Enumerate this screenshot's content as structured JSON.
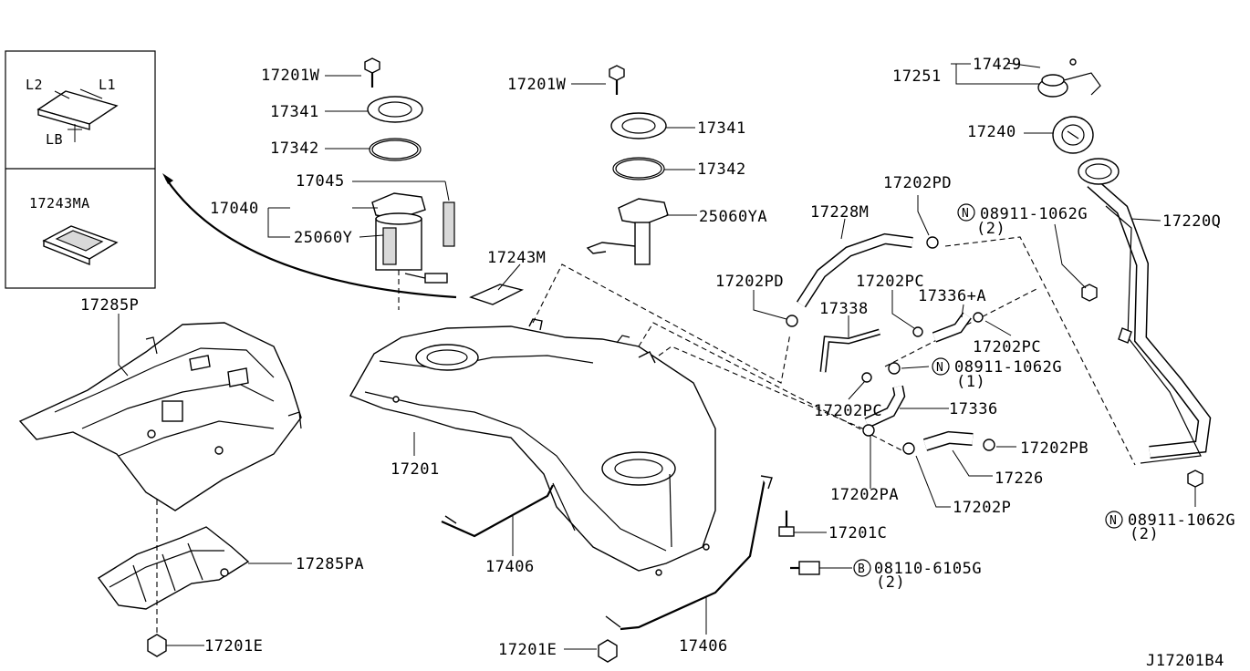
{
  "diagram_id": "J17201B4",
  "inset": {
    "dimension_labels": [
      "L2",
      "L1",
      "LB"
    ],
    "part_label": "17243MA"
  },
  "parts": {
    "p17201W_a": "17201W",
    "p17341_a": "17341",
    "p17342_a": "17342",
    "p17045": "17045",
    "p17040": "17040",
    "p25060Y": "25060Y",
    "p17243M": "17243M",
    "p17285P": "17285P",
    "p17201": "17201",
    "p17285PA": "17285PA",
    "p17201E_a": "17201E",
    "p17406_a": "17406",
    "p17201W_b": "17201W",
    "p17341_b": "17341",
    "p17342_b": "17342",
    "p25060YA": "25060YA",
    "p17201C": "17201C",
    "p08110": "08110-6105G",
    "p08110_qty": "(2)",
    "p17201E_b": "17201E",
    "p17406_b": "17406",
    "p17228M": "17228M",
    "p17202PD_a": "17202PD",
    "p17202PD_b": "17202PD",
    "p17202PC_a": "17202PC",
    "p17336A": "17336+A",
    "p17338": "17338",
    "p17202PC_b": "17202PC",
    "p08911_a": "08911-1062G",
    "p08911_a_qty": "(1)",
    "p17202PC_c": "17202PC",
    "p17336": "17336",
    "p17202PB": "17202PB",
    "p17226": "17226",
    "p17202PA": "17202PA",
    "p17202P": "17202P",
    "p17429": "17429",
    "p17251": "17251",
    "p17240": "17240",
    "p08911_b": "08911-1062G",
    "p08911_b_qty": "(2)",
    "p17220Q": "17220Q",
    "p08911_c": "08911-1062G",
    "p08911_c_qty": "(2)"
  },
  "symbols": {
    "nut_symbol": "N",
    "bolt_symbol": "B"
  }
}
